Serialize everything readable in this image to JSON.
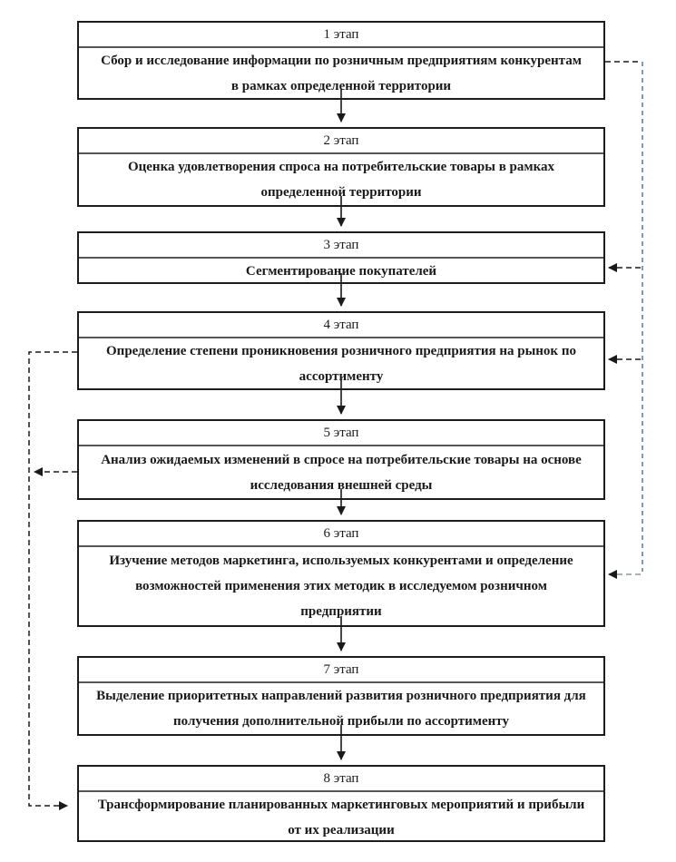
{
  "figure": {
    "type": "flowchart",
    "language": "ru",
    "colors": {
      "background": "#ffffff",
      "box_border": "#1c1c1c",
      "title_divider": "#555555",
      "text": "#1a1a1a",
      "solid_arrow": "#1a1a1a",
      "dashed_feedback_black": "#1a1a1a",
      "dashed_feedback_blue": "#5b7cb8",
      "dashed_feedback_slate": "#8a97a8"
    },
    "stages": [
      {
        "title": "1 этап",
        "body": "Сбор и исследование информации по розничным предприятиям конкурентам\nв рамках определенной территории"
      },
      {
        "title": "2 этап",
        "body": "Оценка удовлетворения спроса на потребительские товары в рамках\nопределенной территории"
      },
      {
        "title": "3 этап",
        "body": "Сегментирование покупателей"
      },
      {
        "title": "4 этап",
        "body": "Определение степени проникновения розничного предприятия на рынок по\nассортименту"
      },
      {
        "title": "5 этап",
        "body": "Анализ ожидаемых изменений в спросе на потребительские товары на основе\nисследования внешней среды"
      },
      {
        "title": "6 этап",
        "body": "Изучение методов маркетинга, используемых конкурентами и определение\nвозможностей применения этих методик в исследуемом розничном\nпредприятии"
      },
      {
        "title": "7 этап",
        "body": "Выделение приоритетных направлений развития розничного предприятия для\nполучения дополнительной прибыли по ассортименту"
      },
      {
        "title": "8 этап",
        "body": "Трансформирование планированных маркетинговых мероприятий и прибыли\nот их реализации"
      }
    ],
    "connectors": {
      "solid_sequence": "each stage flows with a solid arrow into the next stage (1→2→3→4→5→6→7→8)",
      "right_dashed_feedback": "dashed line from stage 1 right side runs down the right margin with arrows into stages 3, 4 and 6",
      "left_dashed_feedback": "dashed line on the left margin links stages 4 and 5 down to an arrow entering stage 8"
    }
  }
}
